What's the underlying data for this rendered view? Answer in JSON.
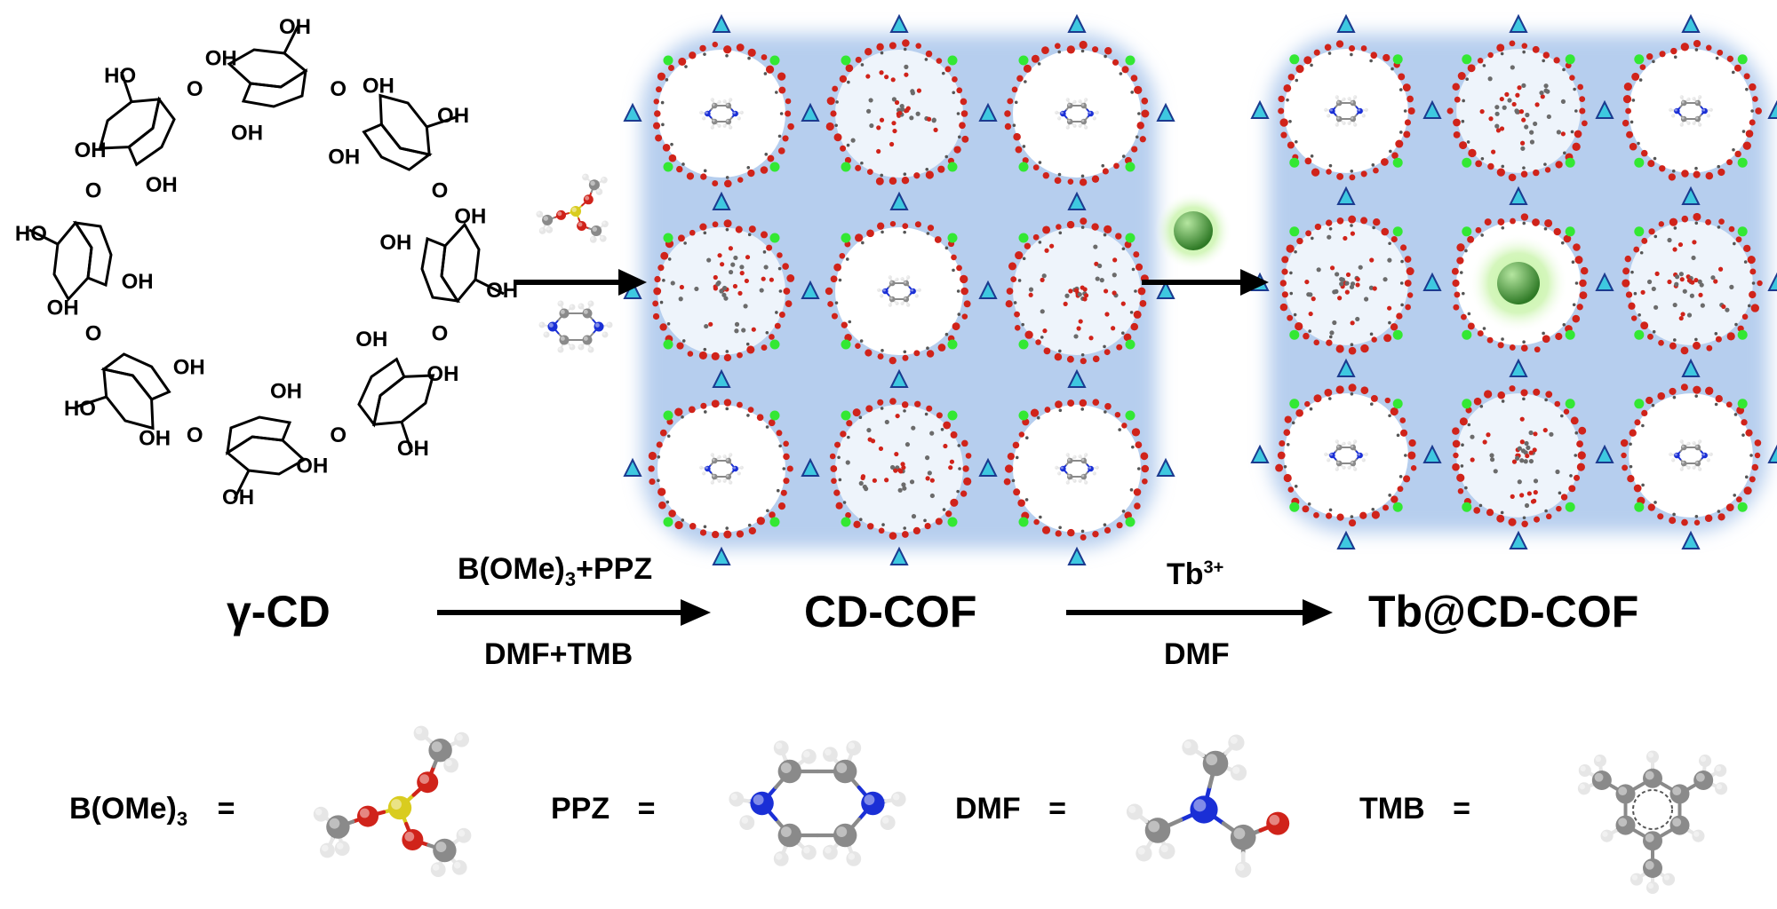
{
  "labels": {
    "gamma_cd": "γ-CD",
    "cd_cof": "CD-COF",
    "tb_cd_cof": "Tb@CD-COF"
  },
  "arrow1": {
    "top": "B(OMe)",
    "top_sub": "3",
    "top_tail": "+PPZ",
    "bottom": "DMF+TMB"
  },
  "arrow2": {
    "top": "Tb",
    "top_sup": "3+",
    "bottom": "DMF"
  },
  "legend": [
    {
      "name": "B(OMe)",
      "sub": "3",
      "eq": "="
    },
    {
      "name": "PPZ",
      "eq": "="
    },
    {
      "name": "DMF",
      "eq": "="
    },
    {
      "name": "TMB",
      "eq": "="
    }
  ],
  "oh_label": "OH",
  "ho_label": "HO",
  "ring_o_label": "O",
  "colors": {
    "cof_glow": "#9dbde8",
    "oxygen": "#d0231a",
    "boron": "#d9cc1f",
    "carbon": "#8a8a8a",
    "hydrogen": "#e6e6e6",
    "nitrogen": "#1a2fd6",
    "terbium": "#4fa63a",
    "node_green": "#33e833",
    "node_cyan": "#3ec8e0"
  }
}
